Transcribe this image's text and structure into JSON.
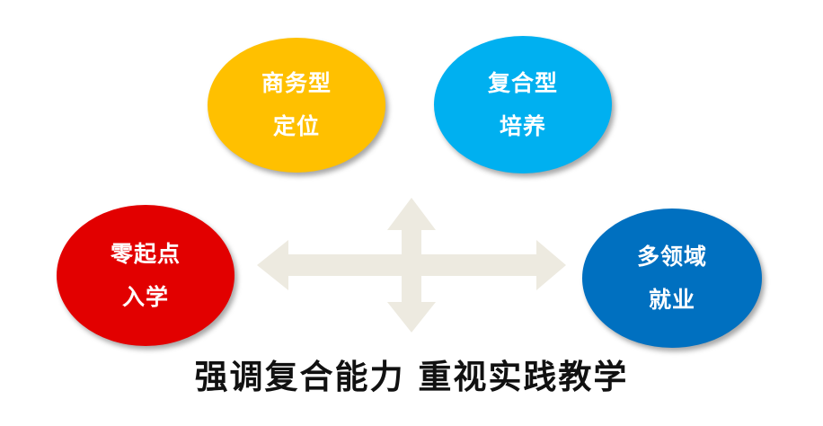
{
  "colors": {
    "business": "#FFC000",
    "composite": "#00B0F0",
    "zero": "#E20000",
    "multi": "#0070C0",
    "arrows": "#EDEAE0"
  },
  "circles": {
    "business": {
      "line1": "商务型",
      "line2": "定位"
    },
    "composite": {
      "line1": "复合型",
      "line2": "培养"
    },
    "zero": {
      "line1": "零起点",
      "line2": "入学"
    },
    "multi": {
      "line1": "多领域",
      "line2": "就业"
    }
  },
  "caption": "强调复合能力  重视实践教学"
}
